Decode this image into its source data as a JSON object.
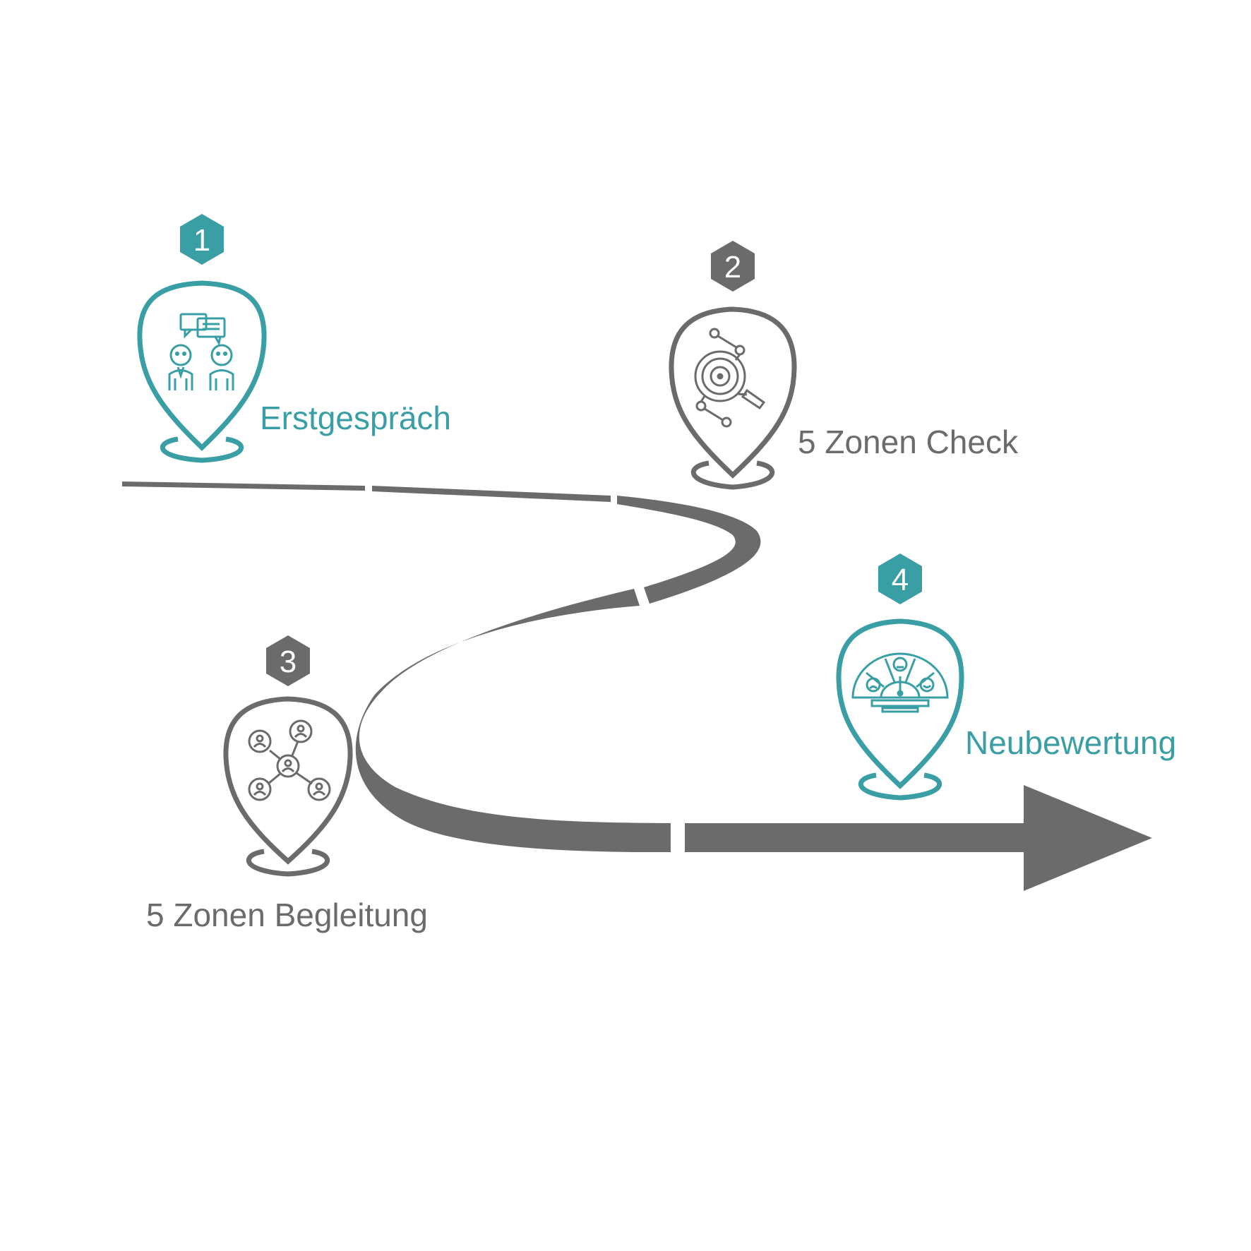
{
  "colors": {
    "teal": "#3a9fa5",
    "gray": "#6b6b6b"
  },
  "steps": [
    {
      "number": "1",
      "label": "Erstgespräch",
      "icon": "conversation-icon",
      "color": "teal"
    },
    {
      "number": "2",
      "label": "5 Zonen Check",
      "icon": "analysis-magnifier-icon",
      "color": "gray"
    },
    {
      "number": "3",
      "label": "5 Zonen Begleitung",
      "icon": "network-people-icon",
      "color": "gray"
    },
    {
      "number": "4",
      "label": "Neubewertung",
      "icon": "satisfaction-gauge-icon",
      "color": "teal"
    }
  ]
}
